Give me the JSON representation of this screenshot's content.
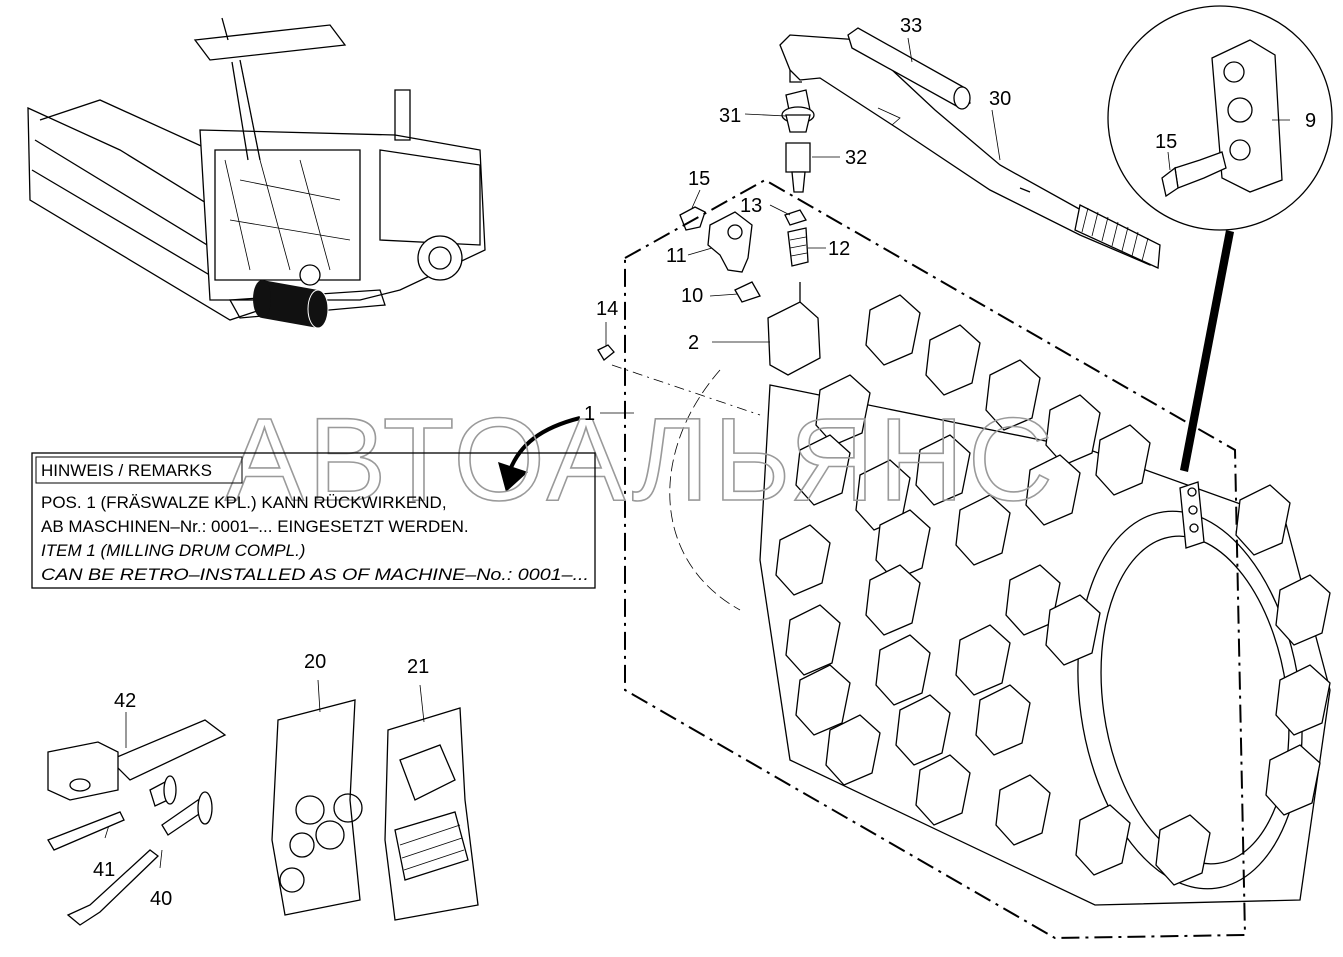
{
  "watermark": "АВТОАЛЬЯНС",
  "note": {
    "title": "HINWEIS / REMARKS",
    "lines": [
      "POS. 1 (FRÄSWALZE  KPL.) KANN RÜCKWIRKEND,",
      "AB MASCHINEN–Nr.: 0001–... EINGESETZT WERDEN.",
      "ITEM 1 (MILLING DRUM COMPL.)",
      "CAN BE RETRO–INSTALLED  AS OF MACHINE–No.: 0001–..."
    ]
  },
  "callouts": {
    "p1": "1",
    "p2": "2",
    "p9": "9",
    "p10": "10",
    "p11": "11",
    "p12": "12",
    "p13": "13",
    "p14": "14",
    "p15a": "15",
    "p15b": "15",
    "p20": "20",
    "p21": "21",
    "p30": "30",
    "p31": "31",
    "p32": "32",
    "p33": "33",
    "p40": "40",
    "p41": "41",
    "p42": "42"
  }
}
